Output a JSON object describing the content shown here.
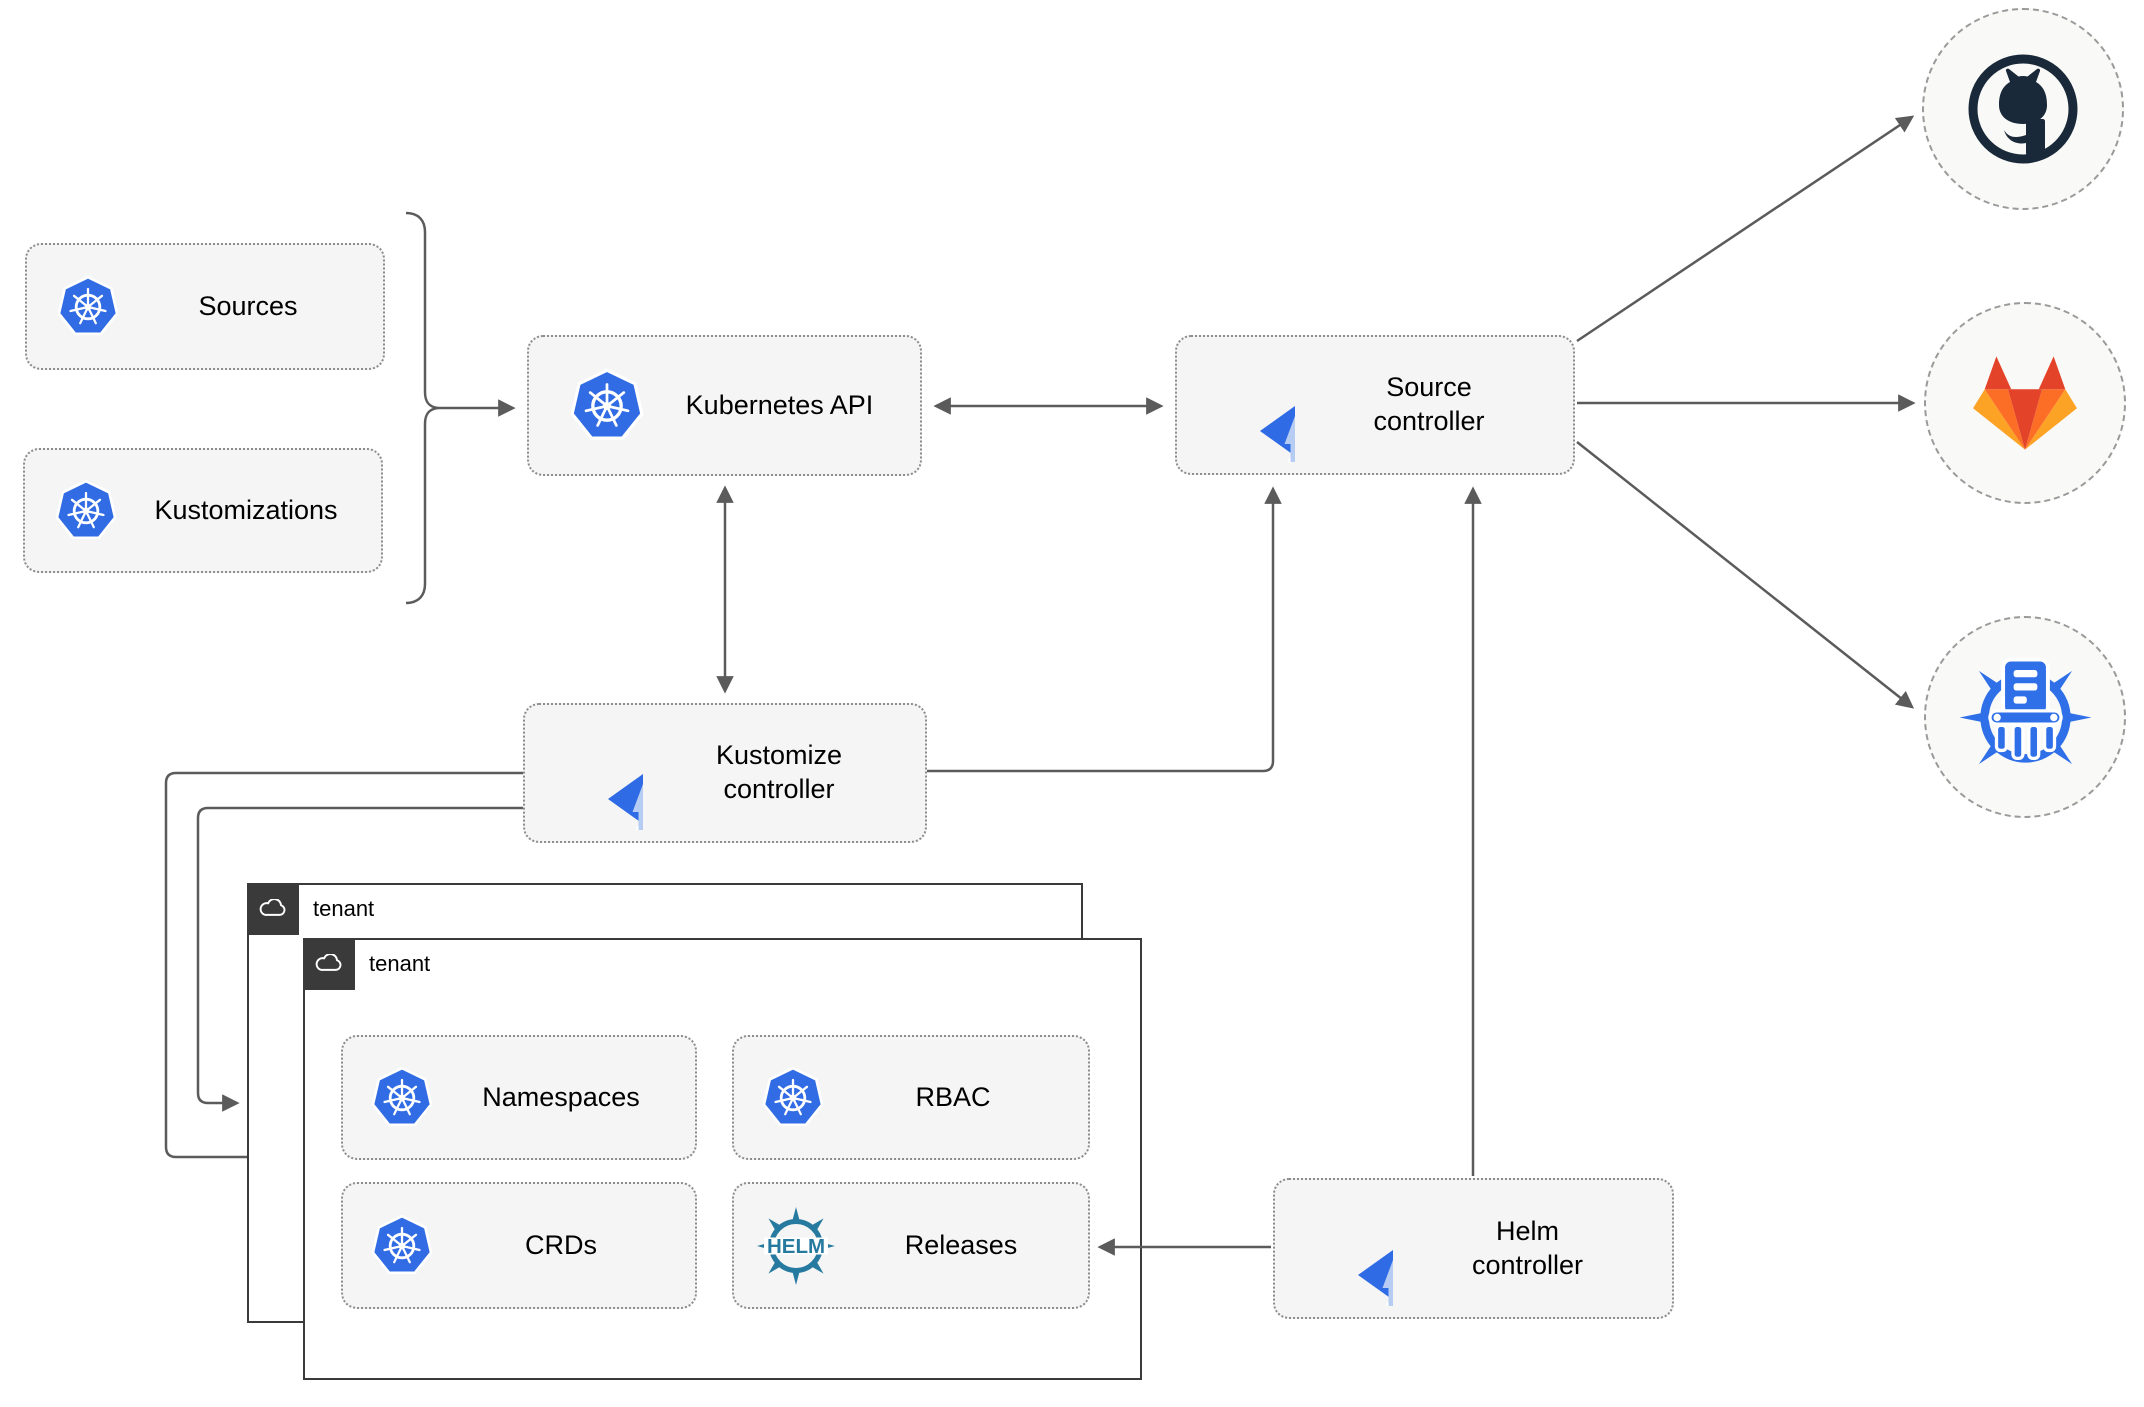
{
  "colors": {
    "k8s": "#326CE5",
    "flux": "#2F6BE4",
    "flux-light": "#B6CCF3",
    "helm": "#277A9F",
    "github": "#19293A",
    "gitlab-red": "#E24329",
    "gitlab-orange": "#FC6D26",
    "gitlab-light": "#FCA326",
    "cm": "#2F6FE8",
    "line": "#5B5B5B",
    "node-fill": "#F5F5F5",
    "node-border": "#8C8C8C",
    "tenant-border": "#3A3A3A",
    "tenant-header": "#3A3A3A",
    "circle-fill": "#F9F9F7",
    "circle-border": "#9A9A9A"
  },
  "nodes": {
    "sources": {
      "label": "Sources"
    },
    "kustomizations": {
      "label": "Kustomizations"
    },
    "k8s_api": {
      "label": "Kubernetes API"
    },
    "source_controller": {
      "label": "Source\ncontroller"
    },
    "kustomize_controller": {
      "label": "Kustomize\ncontroller"
    },
    "helm_controller": {
      "label": "Helm\ncontroller"
    },
    "namespaces": {
      "label": "Namespaces"
    },
    "rbac": {
      "label": "RBAC"
    },
    "crds": {
      "label": "CRDs"
    },
    "releases": {
      "label": "Releases",
      "badge": "HELM"
    }
  },
  "tenants": {
    "back": {
      "label": "tenant"
    },
    "front": {
      "label": "tenant"
    }
  },
  "endpoints": {
    "github": {
      "icon": "github-icon"
    },
    "gitlab": {
      "icon": "gitlab-icon"
    },
    "chartmuseum": {
      "icon": "chartmuseum-icon"
    }
  },
  "icons": [
    "kubernetes-icon",
    "flux-icon",
    "helm-icon",
    "cloud-icon",
    "github-icon",
    "gitlab-icon",
    "chartmuseum-icon"
  ]
}
